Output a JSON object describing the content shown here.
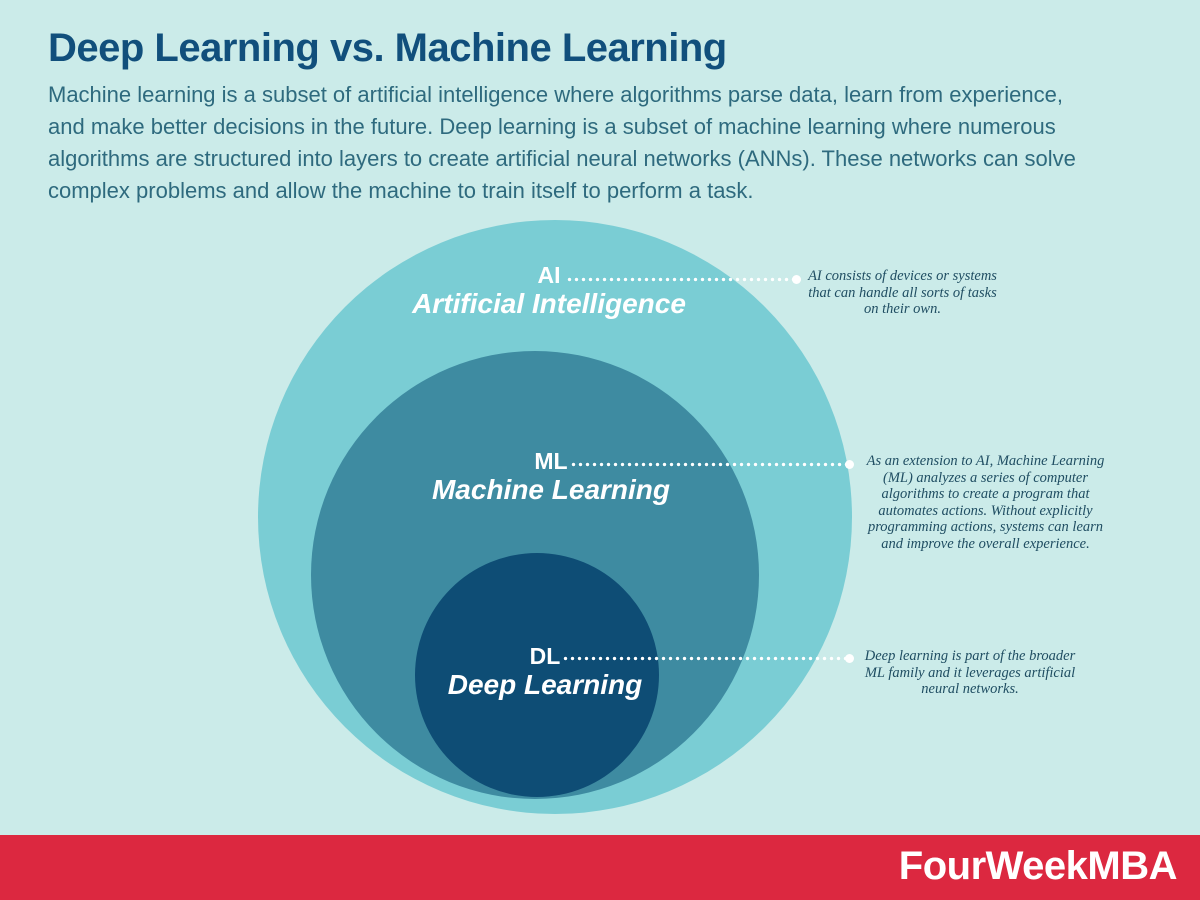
{
  "header": {
    "title": "Deep Learning vs. Machine Learning",
    "description_lines": [
      "Machine learning is a subset of artificial intelligence where algorithms parse data, learn from experience,",
      "and make better decisions in the future. Deep learning is a subset of machine learning where numerous",
      "algorithms are structured into layers to create artificial neural networks (ANNs). These networks can solve",
      "complex problems and allow the machine to train itself to perform a task."
    ]
  },
  "diagram": {
    "kind": "nested-circles",
    "rings": [
      {
        "abbr": "AI",
        "name": "Artificial Intelligence",
        "color": "#7acdd4",
        "note_lines": [
          "AI consists of devices or systems",
          "that can handle all sorts of tasks",
          "on their own."
        ]
      },
      {
        "abbr": "ML",
        "name": "Machine Learning",
        "color": "#3e8ba1",
        "note_lines": [
          "As an extension to AI, Machine Learning",
          "(ML) analyzes a series of computer",
          "algorithms to create a program that",
          "automates actions. Without explicitly",
          "programming actions, systems can learn",
          "and improve the overall experience."
        ]
      },
      {
        "abbr": "DL",
        "name": "Deep Learning",
        "color": "#0e4d75",
        "note_lines": [
          "Deep learning is part of the broader",
          "ML family and it leverages artificial",
          "neural networks."
        ]
      }
    ]
  },
  "footer": {
    "brand": "FourWeekMBA"
  },
  "colors": {
    "page_background": "#cbebe9",
    "title_text": "#114f7c",
    "body_text": "#2e6a7e",
    "note_text": "#1f4d62",
    "label_text": "#ffffff",
    "ai_circle": "#7acdd4",
    "ml_circle": "#3e8ba1",
    "dl_circle": "#0e4d75",
    "footer_background": "#dc2840",
    "footer_text": "#ffffff"
  }
}
